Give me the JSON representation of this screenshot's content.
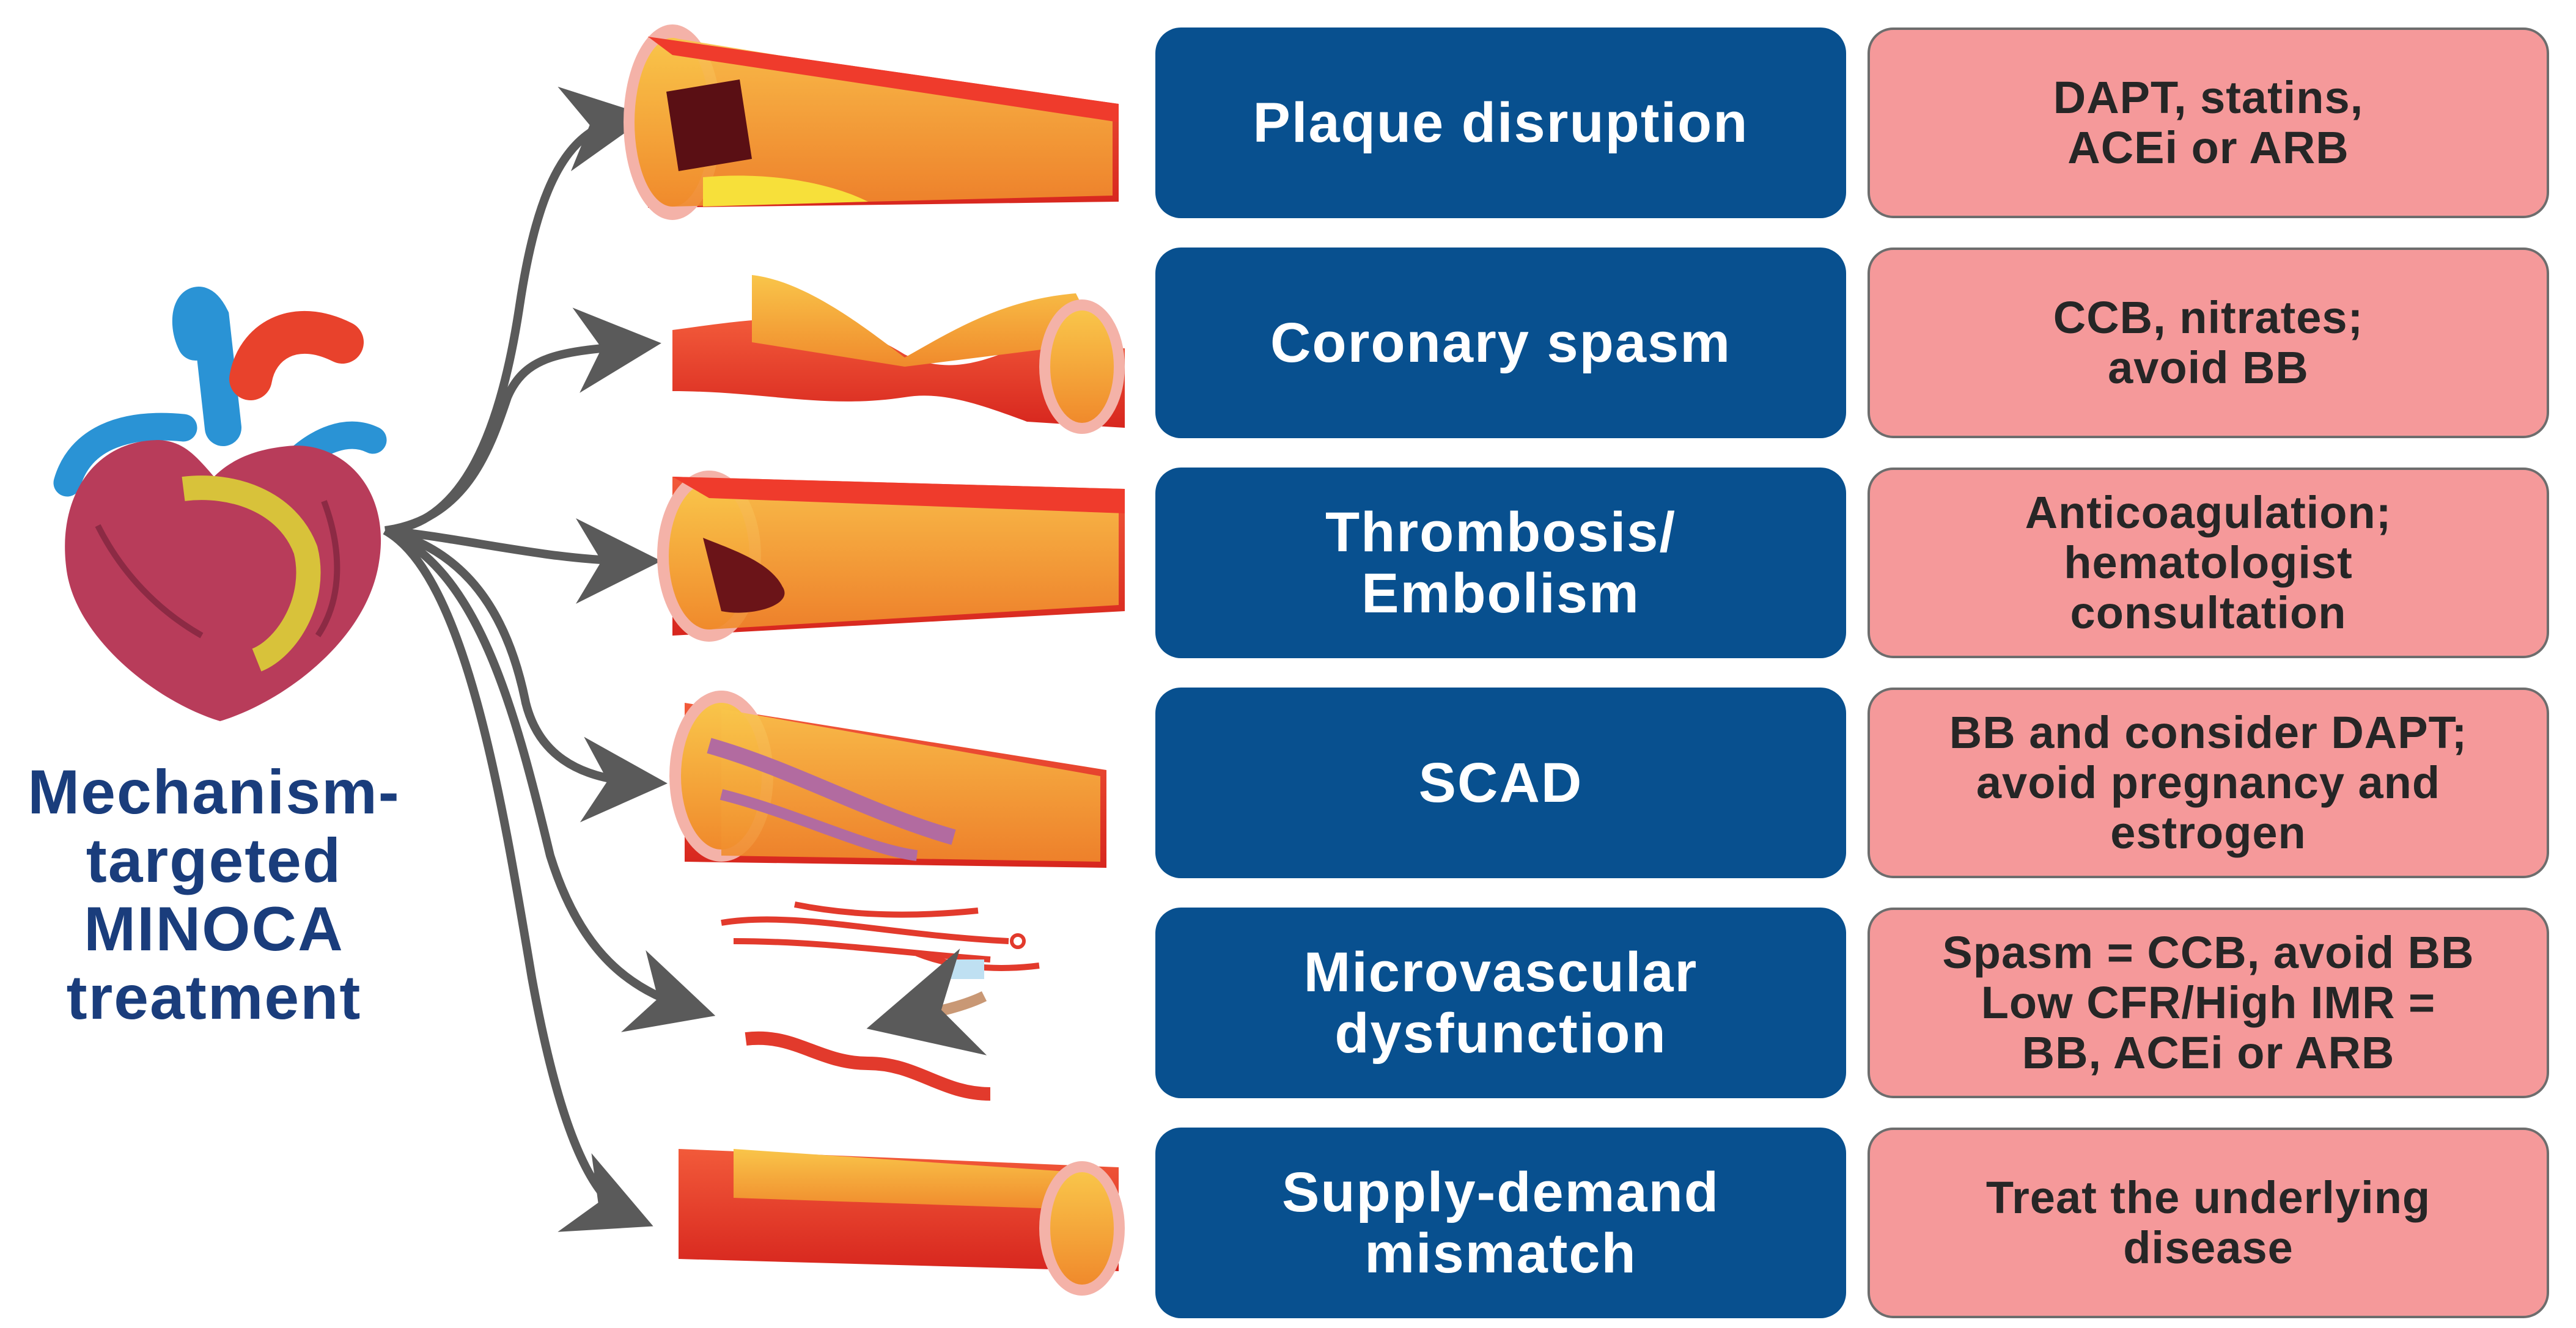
{
  "title": {
    "lines": [
      "Mechanism-",
      "targeted",
      "MINOCA",
      "treatment"
    ]
  },
  "rows": [
    {
      "mechanism": [
        "Plaque disruption"
      ],
      "treatment": [
        "DAPT, statins,",
        "ACEi or ARB"
      ],
      "vessel_icon": "plaque-disruption-vessel-icon"
    },
    {
      "mechanism": [
        "Coronary spasm"
      ],
      "treatment": [
        "CCB, nitrates;",
        "avoid BB"
      ],
      "vessel_icon": "coronary-spasm-vessel-icon"
    },
    {
      "mechanism": [
        "Thrombosis/",
        "Embolism"
      ],
      "treatment": [
        "Anticoagulation;",
        "hematologist",
        "consultation"
      ],
      "vessel_icon": "thrombosis-vessel-icon"
    },
    {
      "mechanism": [
        "SCAD"
      ],
      "treatment": [
        "BB and consider DAPT;",
        "avoid pregnancy and",
        "estrogen"
      ],
      "vessel_icon": "scad-vessel-icon"
    },
    {
      "mechanism": [
        "Microvascular",
        "dysfunction"
      ],
      "treatment": [
        "Spasm = CCB, avoid BB",
        "Low CFR/High IMR =",
        "BB, ACEi or ARB"
      ],
      "vessel_icon": "microvascular-vessel-icon"
    },
    {
      "mechanism": [
        "Supply-demand",
        "mismatch"
      ],
      "treatment": [
        "Treat the underlying",
        "disease"
      ],
      "vessel_icon": "supply-demand-vessel-icon"
    }
  ],
  "colors": {
    "mechanism_box": "#08508f",
    "treatment_box": "#f5999a",
    "title_text": "#1a3d7c",
    "arrow": "#5a5a5a",
    "vessel_outer": "#ef3b2c",
    "vessel_inner": "#f7a63c"
  },
  "icons": [
    "heart-icon",
    "arrow-icon"
  ]
}
